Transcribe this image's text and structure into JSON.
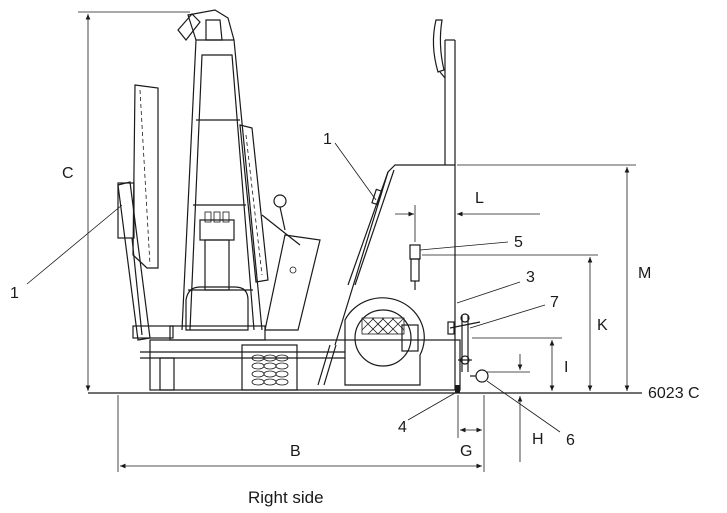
{
  "diagram": {
    "caption": "Right side",
    "model": "6023 C",
    "dimensions": {
      "B": "B",
      "C": "C",
      "G": "G",
      "H": "H",
      "I": "I",
      "K": "K",
      "L": "L",
      "M": "M"
    },
    "callouts": {
      "left_1": "1",
      "top_1": "1",
      "n3": "3",
      "n4": "4",
      "n5": "5",
      "n6": "6",
      "n7": "7"
    }
  }
}
